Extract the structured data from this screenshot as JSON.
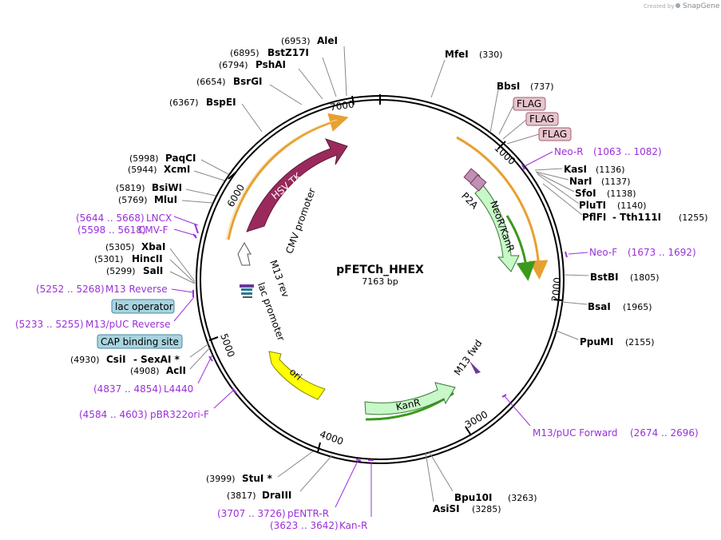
{
  "credit": {
    "created_by": "Created by",
    "brand": "SnapGene"
  },
  "plasmid": {
    "name": "pFETCh_HHEX",
    "size": "7163 bp"
  },
  "ticks": [
    "1000",
    "2000",
    "3000",
    "4000",
    "5000",
    "6000",
    "7000"
  ],
  "features": {
    "hsv_tk": "HSV TK",
    "cmv_promoter": "CMV promoter",
    "m13_rev": "M13 rev",
    "lac_promoter": "lac promoter",
    "ori": "ori",
    "kanr": "KanR",
    "m13_fwd": "M13 fwd",
    "neor_kanr": "NeoR/KanR",
    "p2a": "P2A",
    "flag": "FLAG",
    "lac_operator": "lac operator",
    "cap_binding_site": "CAP binding site"
  },
  "enzymes": [
    {
      "id": "alei",
      "name": "AleI",
      "pos": "(6953)"
    },
    {
      "id": "bstz17i",
      "name": "BstZ17I",
      "pos": "(6895)"
    },
    {
      "id": "pshai",
      "name": "PshAI",
      "pos": "(6794)"
    },
    {
      "id": "bsrgi",
      "name": "BsrGI",
      "pos": "(6654)"
    },
    {
      "id": "bspei",
      "name": "BspEI",
      "pos": "(6367)"
    },
    {
      "id": "paqci",
      "name": "PaqCI",
      "pos": "(5998)"
    },
    {
      "id": "xcmi",
      "name": "XcmI",
      "pos": "(5944)"
    },
    {
      "id": "bsiwi",
      "name": "BsiWI",
      "pos": "(5819)"
    },
    {
      "id": "mlui",
      "name": "MluI",
      "pos": "(5769)"
    },
    {
      "id": "xbai",
      "name": "XbaI",
      "pos": "(5305)"
    },
    {
      "id": "hincii",
      "name": "HincII",
      "pos": "(5301)"
    },
    {
      "id": "sali",
      "name": "SalI",
      "pos": "(5299)"
    },
    {
      "id": "csii",
      "name": "CsiI",
      "pos": "(4930)",
      "extra": "- SexAI *"
    },
    {
      "id": "acli",
      "name": "AclI",
      "pos": "(4908)"
    },
    {
      "id": "stui",
      "name": "StuI *",
      "pos": "(3999)"
    },
    {
      "id": "draiii",
      "name": "DraIII",
      "pos": "(3817)"
    },
    {
      "id": "mfei",
      "name": "MfeI",
      "pos": "(330)"
    },
    {
      "id": "bbsi",
      "name": "BbsI",
      "pos": "(737)"
    },
    {
      "id": "kasi",
      "name": "KasI",
      "pos": "(1136)"
    },
    {
      "id": "nari",
      "name": "NarI",
      "pos": "(1137)"
    },
    {
      "id": "sfoi",
      "name": "SfoI",
      "pos": "(1138)"
    },
    {
      "id": "pluti",
      "name": "PluTI",
      "pos": "(1140)"
    },
    {
      "id": "pflfi",
      "name": "PflFI",
      "pos": "(1255)",
      "extra": "- Tth111I"
    },
    {
      "id": "bstbi",
      "name": "BstBI",
      "pos": "(1805)"
    },
    {
      "id": "bsai",
      "name": "BsaI",
      "pos": "(1965)"
    },
    {
      "id": "ppumi",
      "name": "PpuMI",
      "pos": "(2155)"
    },
    {
      "id": "bpu10i",
      "name": "Bpu10I",
      "pos": "(3263)"
    },
    {
      "id": "asisi",
      "name": "AsiSI",
      "pos": "(3285)"
    }
  ],
  "primers": [
    {
      "id": "lncx",
      "name": "LNCX",
      "range": "(5644 .. 5668)"
    },
    {
      "id": "cmvf",
      "name": "CMV-F",
      "range": "(5598 .. 5618)"
    },
    {
      "id": "m13rev",
      "name": "M13 Reverse",
      "range": "(5252 .. 5268)"
    },
    {
      "id": "m13pucrev",
      "name": "M13/pUC Reverse",
      "range": "(5233 .. 5255)"
    },
    {
      "id": "l4440",
      "name": "L4440",
      "range": "(4837 .. 4854)"
    },
    {
      "id": "pbr322",
      "name": "pBR322ori-F",
      "range": "(4584 .. 4603)"
    },
    {
      "id": "pentrr",
      "name": "pENTR-R",
      "range": "(3707 .. 3726)"
    },
    {
      "id": "kanr",
      "name": "Kan-R",
      "range": "(3623 .. 3642)"
    },
    {
      "id": "neor",
      "name": "Neo-R",
      "range": "(1063 .. 1082)"
    },
    {
      "id": "neof",
      "name": "Neo-F",
      "range": "(1673 .. 1692)"
    },
    {
      "id": "m13pucfwd",
      "name": "M13/pUC Forward",
      "range": "(2674 .. 2696)"
    }
  ],
  "colors": {
    "hsv_tk": "#9b2a5c",
    "ori": "#ffff00",
    "kanr": "#c8f7c8",
    "flag": "#e8c4cc",
    "primer": "#9b30d9",
    "orf": "#e8a030",
    "lac_operator": "#a8d4e0"
  }
}
